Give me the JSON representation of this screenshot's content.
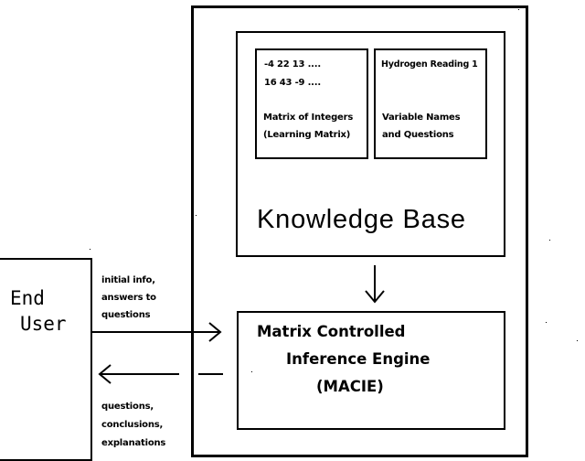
{
  "end_user": {
    "line1": "End",
    "line2": "User"
  },
  "knowledge_base": {
    "title": "Knowledge Base",
    "matrix_card": {
      "row1": "-4 22 13 ....",
      "row2": "16 43 -9 ....",
      "label1": "Matrix of Integers",
      "label2": "(Learning Matrix)"
    },
    "names_card": {
      "heading": "Hydrogen Reading 1",
      "label1": "Variable Names",
      "label2": "and Questions"
    }
  },
  "inference_engine": {
    "line1": "Matrix Controlled",
    "line2": "Inference Engine",
    "line3": "(MACIE)"
  },
  "input_label": {
    "line1": "initial info,",
    "line2": "answers to",
    "line3": "questions"
  },
  "output_label": {
    "line1": "questions,",
    "line2": "conclusions,",
    "line3": "explanations"
  }
}
